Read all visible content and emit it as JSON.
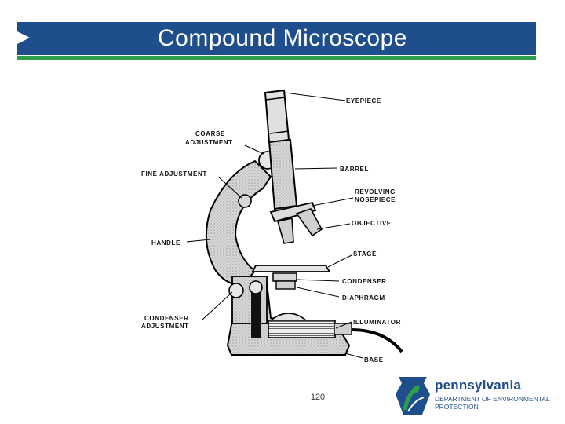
{
  "slide": {
    "title": "Compound Microscope",
    "page_number": "120"
  },
  "diagram": {
    "labels": {
      "eyepiece": "EYEPIECE",
      "coarse_adjustment_1": "COARSE",
      "coarse_adjustment_2": "ADJUSTMENT",
      "fine_adjustment": "FINE ADJUSTMENT",
      "barrel": "BARREL",
      "revolving_nosepiece_1": "REVOLVING",
      "revolving_nosepiece_2": "NOSEPIECE",
      "objective": "OBJECTIVE",
      "handle": "HANDLE",
      "stage": "STAGE",
      "condenser": "CONDENSER",
      "diaphragm": "DIAPHRAGM",
      "condenser_adjustment_1": "CONDENSER",
      "condenser_adjustment_2": "ADJUSTMENT",
      "illuminator": "ILLUMINATOR",
      "base": "BASE"
    }
  },
  "logo": {
    "name": "pennsylvania",
    "department_line1": "DEPARTMENT OF ENVIRONMENTAL",
    "department_line2": "PROTECTION"
  },
  "colors": {
    "title_bar": "#1f4e8c",
    "title_rule": "#2e9e4a",
    "logo_blue": "#1f4e8c",
    "logo_green": "#2e9e4a"
  }
}
